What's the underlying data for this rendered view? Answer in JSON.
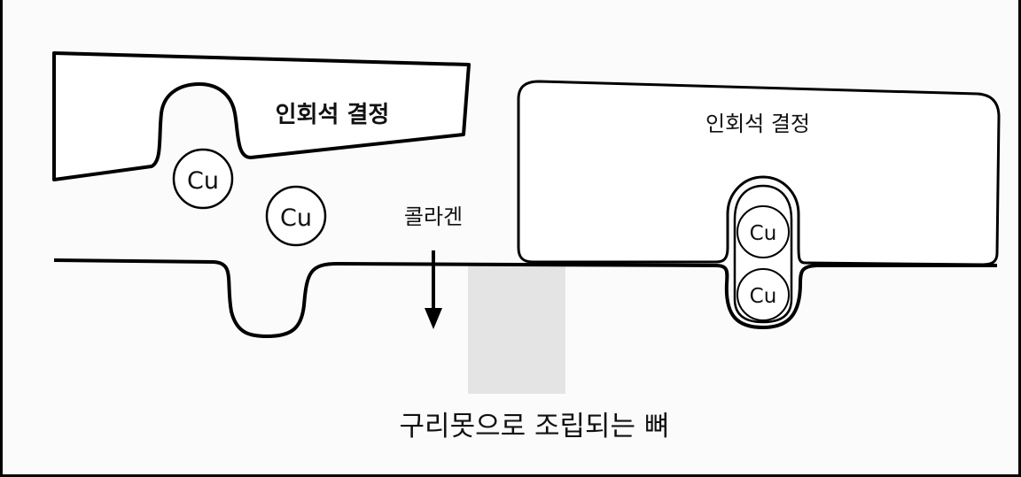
{
  "diagram": {
    "caption": "구리못으로 조립되는 뼈",
    "left_crystal_label": "인회석 결정",
    "right_crystal_label": "인회석 결정",
    "collagen_label": "콜라겐",
    "cu_labels": [
      "Cu",
      "Cu",
      "Cu",
      "Cu"
    ]
  }
}
